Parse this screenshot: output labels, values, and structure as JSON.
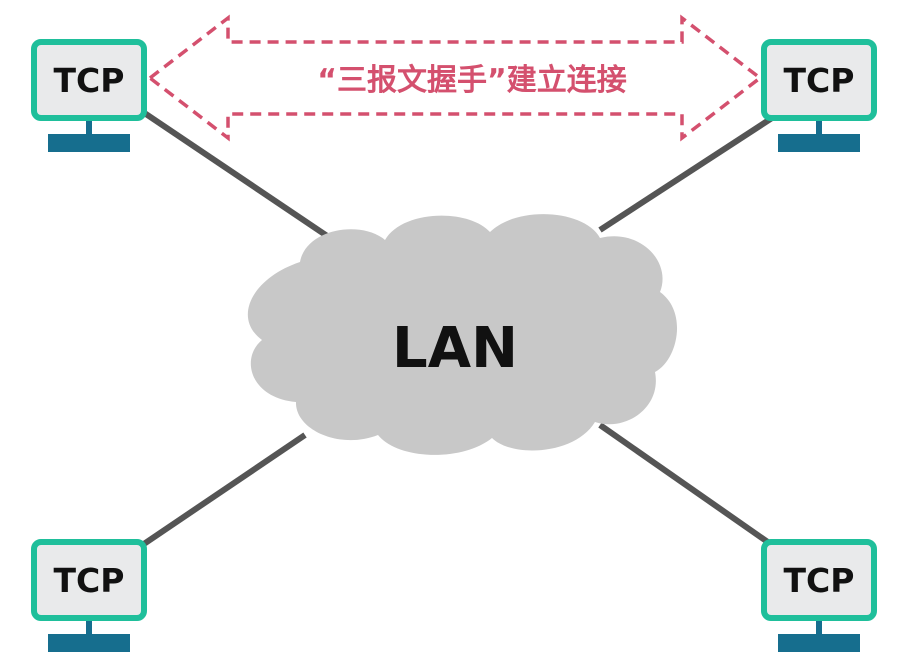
{
  "colors": {
    "monitor_border": "#1fbf9b",
    "monitor_screen": "#e9eaeb",
    "monitor_stand": "#166e8e",
    "cloud_fill": "#c8c8c8",
    "link_line": "#555555",
    "handshake": "#d4506e"
  },
  "network": {
    "label": "LAN"
  },
  "hosts": [
    {
      "label": "TCP"
    },
    {
      "label": "TCP"
    },
    {
      "label": "TCP"
    },
    {
      "label": "TCP"
    }
  ],
  "handshake": {
    "label": "“三报文握手”建立连接"
  }
}
